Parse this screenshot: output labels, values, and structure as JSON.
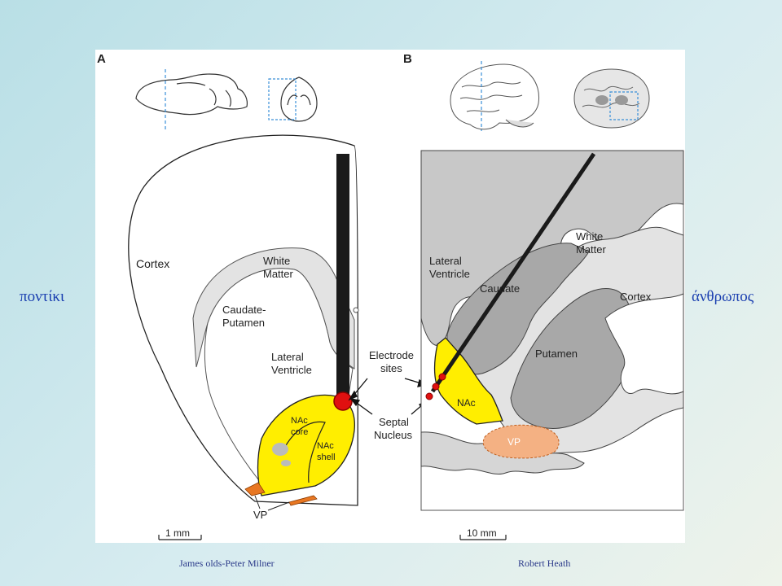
{
  "side_labels": {
    "left": "ποντίκι",
    "right": "άνθρωπος"
  },
  "credits": {
    "left": "James olds-Peter Milner",
    "right": "Robert Heath"
  },
  "panel_a": {
    "letter": "A",
    "labels": {
      "cortex": "Cortex",
      "white_matter_1": "White",
      "white_matter_2": "Matter",
      "caudate_1": "Caudate-",
      "caudate_2": "Putamen",
      "lateral_1": "Lateral",
      "lateral_2": "Ventricle",
      "nac_core_1": "NAc",
      "nac_core_2": "core",
      "nac_shell_1": "NAc",
      "nac_shell_2": "shell",
      "vp": "VP",
      "scale": "1 mm"
    }
  },
  "panel_b": {
    "letter": "B",
    "labels": {
      "lateral_1": "Lateral",
      "lateral_2": "Ventricle",
      "caudate": "Caudate",
      "white_matter_1": "White",
      "white_matter_2": "Matter",
      "cortex": "Cortex",
      "putamen": "Putamen",
      "nac": "NAc",
      "vp": "VP",
      "scale": "10 mm"
    }
  },
  "center_labels": {
    "electrode_1": "Electrode",
    "electrode_2": "sites",
    "septal_1": "Septal",
    "septal_2": "Nucleus"
  },
  "colors": {
    "nac": "#ffee00",
    "vp": "#e87722",
    "vp_human": "#f4b183",
    "electrode": "#1a1a1a",
    "electrode_site": "#e01010",
    "gray_dark": "#a8a8a8",
    "gray_mid": "#c8c8c8",
    "gray_light": "#e3e3e3",
    "guide_blue": "#3a8fd8"
  }
}
